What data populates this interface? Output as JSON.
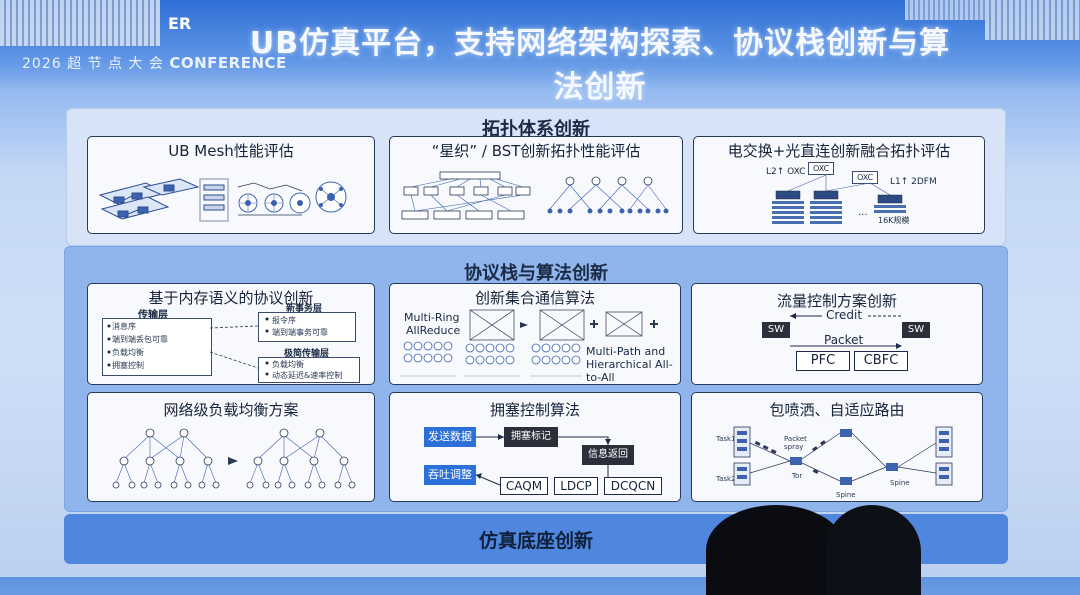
{
  "header": {
    "title": "UB仿真平台，支持网络架构探索、协议栈创新与算法创新",
    "conference_partial": "ER",
    "conference_line": "2026 超 节 点 大 会",
    "conference_word": "CONFERENCE"
  },
  "sections": {
    "topology": {
      "title": "拓扑体系创新",
      "cards": {
        "ubmesh": {
          "title": "UB Mesh性能评估"
        },
        "star": {
          "title": "“星织” / BST创新拓扑性能评估"
        },
        "ocs": {
          "title": "电交换+光直连创新融合拓扑评估",
          "labels": [
            "L2↑ OXC",
            "OXC",
            "OXC",
            "L1↑ 2DFM",
            "...",
            "16K规模"
          ]
        }
      }
    },
    "protocol": {
      "title": "协议栈与算法创新",
      "cards": {
        "memory": {
          "title": "基于内存语义的协议创新",
          "left_header": "传输层",
          "left_items": [
            "消息序",
            "端到端丢包可靠",
            "负载均衡",
            "拥塞控制"
          ],
          "right_top_header": "新事务层",
          "right_top_items": [
            "报令序",
            "端到端事务可靠"
          ],
          "right_bottom_header": "极简传输层",
          "right_bottom_items": [
            "负载均衡",
            "动态延迟&速率控制"
          ]
        },
        "collective": {
          "title": "创新集合通信算法",
          "label_multiring": "Multi-Ring",
          "label_allreduce": "AllReduce",
          "label_multipath": "Multi-Path and",
          "label_hierarchical": "Hierarchical All-",
          "label_toall": "to-All"
        },
        "flow": {
          "title": "流量控制方案创新",
          "sw_left": "SW",
          "sw_right": "SW",
          "credit": "Credit",
          "packet": "Packet",
          "pfc": "PFC",
          "cbfc": "CBFC"
        },
        "loadbalance": {
          "title": "网络级负载均衡方案"
        },
        "congestion": {
          "title": "拥塞控制算法",
          "send": "发送数据",
          "mark": "拥塞标记",
          "feedback": "信息返回",
          "throughput": "吞吐调整",
          "caqm": "CAQM",
          "ldcp": "LDCP",
          "dcqcn": "DCQCN"
        },
        "spray": {
          "title": "包喷洒、自适应路由",
          "task1": "Task1",
          "task2": "Task2",
          "packet_spray": "Packet spray",
          "tor": "Tor",
          "spine_a": "Spine",
          "spine_b": "Spine"
        }
      }
    },
    "simulation": {
      "title": "仿真底座创新"
    }
  }
}
